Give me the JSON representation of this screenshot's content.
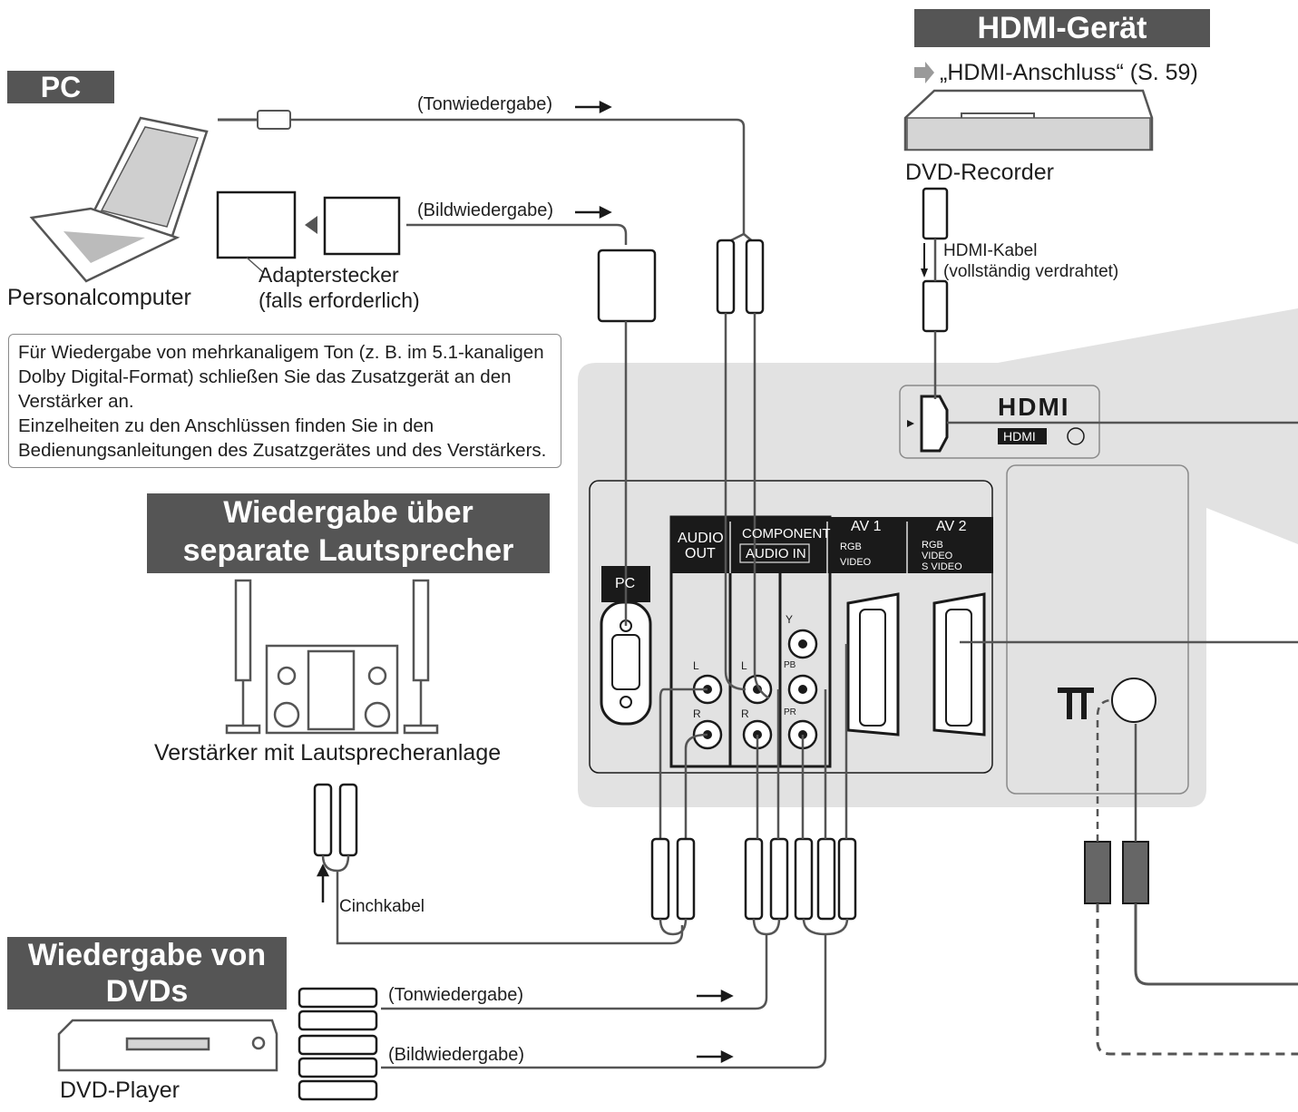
{
  "colors": {
    "banner": "#555555",
    "panel": "#e2e2e2",
    "black_header": "#1a1a1a",
    "cable": "#555555"
  },
  "pc": {
    "banner": "PC",
    "laptop_caption": "Personalcomputer",
    "adapter_caption_line1": "Adapterstecker",
    "adapter_caption_line2": "(falls erforderlich)",
    "audio_cable_label": "(Tonwiedergabe)",
    "video_cable_label": "(Bildwiedergabe)"
  },
  "hdmi_device": {
    "banner": "HDMI-Gerät",
    "reference": "„HDMI-Anschluss“ (S. 59)",
    "device_caption": "DVD-Recorder",
    "cable_label_line1": "HDMI-Kabel",
    "cable_label_line2": "(vollständig verdrahtet)"
  },
  "note": {
    "lines": [
      "Für Wiedergabe von mehrkanaligem Ton (z. B. im 5.1-kanaligen",
      "Dolby Digital-Format) schließen Sie das Zusatzgerät an den",
      "Verstärker an.",
      "Einzelheiten zu den Anschlüssen finden Sie in den",
      "Bedienungsanleitungen des Zusatzgerätes und des Verstärkers."
    ]
  },
  "speakers": {
    "banner_line1": "Wiedergabe über",
    "banner_line2": "separate Lautsprecher",
    "caption": "Verstärker mit Lautsprecheranlage",
    "cable_label": "Cinchkabel"
  },
  "dvd": {
    "banner_line1": "Wiedergabe von",
    "banner_line2": "DVDs",
    "audio_cable_label": "(Tonwiedergabe)",
    "video_cable_label": "(Bildwiedergabe)",
    "device_caption": "DVD-Player"
  },
  "tv_panel": {
    "hdmi_logo": "HDMI",
    "hdmi_badge": "HDMI",
    "pc_label": "PC",
    "audio_out_line1": "AUDIO",
    "audio_out_line2": "OUT",
    "component_label": "COMPONENT",
    "audio_in_label": "AUDIO IN",
    "av1_label": "AV 1",
    "av1_rgb": "RGB",
    "av1_video": "VIDEO",
    "av2_label": "AV 2",
    "av2_rgb": "RGB",
    "av2_video": "VIDEO",
    "av2_svideo": "S VIDEO",
    "jack_L": "L",
    "jack_R": "R",
    "jack_Y": "Y",
    "jack_PB": "PB",
    "jack_PR": "PR"
  }
}
